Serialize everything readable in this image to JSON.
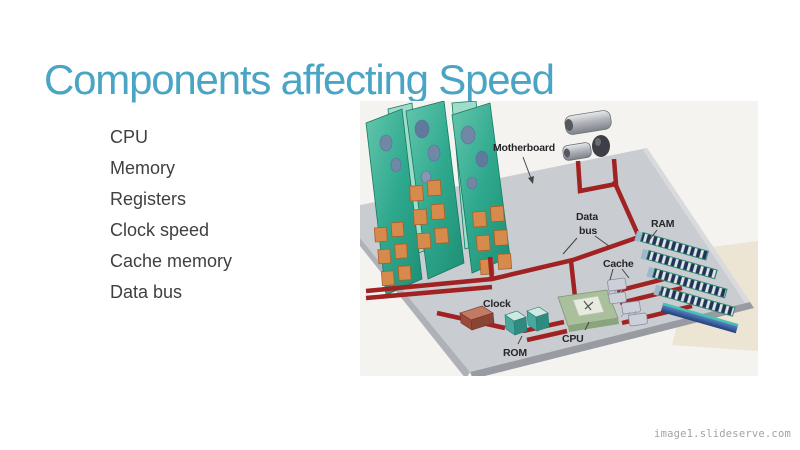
{
  "slide": {
    "title": "Components affecting Speed",
    "title_color": "#4aa5c4",
    "bullets": [
      "CPU",
      "Memory",
      "Registers",
      "Clock speed",
      "Cache memory",
      "Data bus"
    ]
  },
  "diagram": {
    "labels": {
      "motherboard": "Motherboard",
      "data_bus_line1": "Data",
      "data_bus_line2": "bus",
      "ram": "RAM",
      "cache": "Cache",
      "clock": "Clock",
      "rom": "ROM",
      "cpu": "CPU"
    },
    "colors": {
      "board_teal": "#2fa98e",
      "trace_red": "#a12222",
      "platform_gray": "#c9ccd1",
      "chip_orange": "#d68a4c"
    }
  },
  "watermark": {
    "text": "image1.slideserve.com"
  }
}
